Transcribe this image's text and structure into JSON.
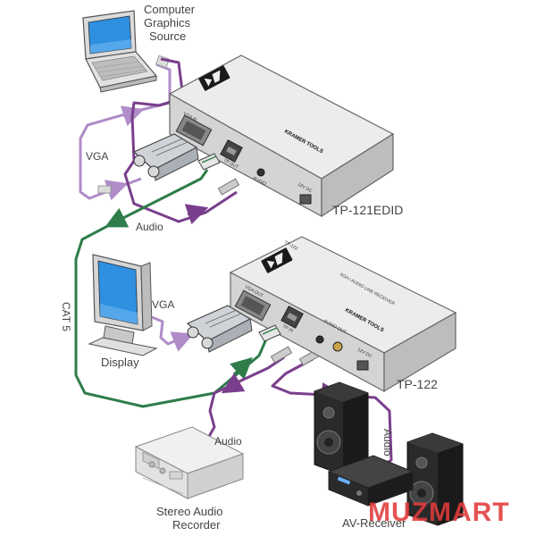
{
  "labels": {
    "source_line1": "Computer",
    "source_line2": "Graphics",
    "source_line3": "Source",
    "vga_top": "VGA",
    "audio_top": "Audio",
    "device_top": "TP-121EDID",
    "cat5": "CAT 5",
    "vga_bottom": "VGA",
    "display": "Display",
    "device_bottom": "TP-122",
    "audio_bottom": "Audio",
    "audio_right": "Audio",
    "recorder_line1": "Stereo Audio",
    "recorder_line2": "Recorder",
    "receiver": "AV-Receiver"
  },
  "device_text": {
    "brand": "KRAMER TOOLS",
    "port_vga_in": "VGA IN",
    "port_tp_out": "TP OUT",
    "port_audio": "AUDIO",
    "port_power": "12V DC",
    "model_top_small": "TP-122",
    "port_vga_out": "VGA OUT",
    "port_tp_in": "TP IN",
    "port_audio_out": "AUDIO OUT",
    "subtitle": "XGA / AUDIO LINE RECEIVER"
  },
  "watermark": "MUZMART",
  "colors": {
    "vga_cable": "#b08cc8",
    "audio_cable": "#7a3f8c",
    "cat5_cable": "#2e7d4a",
    "device_body": "#e4e4e4",
    "label_text": "#444444",
    "watermark": "#e23b3b"
  },
  "icons": [
    "laptop-icon",
    "monitor-icon",
    "speaker-icon",
    "audio-recorder-icon",
    "av-receiver-icon"
  ]
}
